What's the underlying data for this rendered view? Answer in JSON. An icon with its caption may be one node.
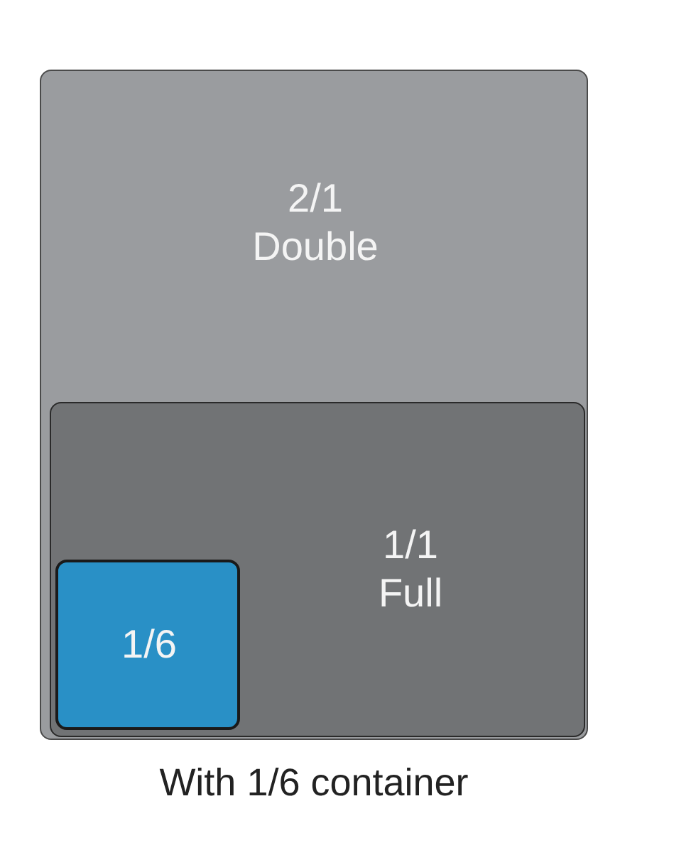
{
  "diagram": {
    "caption": "With 1/6 container",
    "nodes": [
      {
        "text": [
          "2/1 Double"
        ]
      },
      {
        "text": [
          "1/1 Full"
        ],
        "in": 0
      },
      {
        "text": [
          "1/6"
        ],
        "in": 1
      }
    ]
  }
}
